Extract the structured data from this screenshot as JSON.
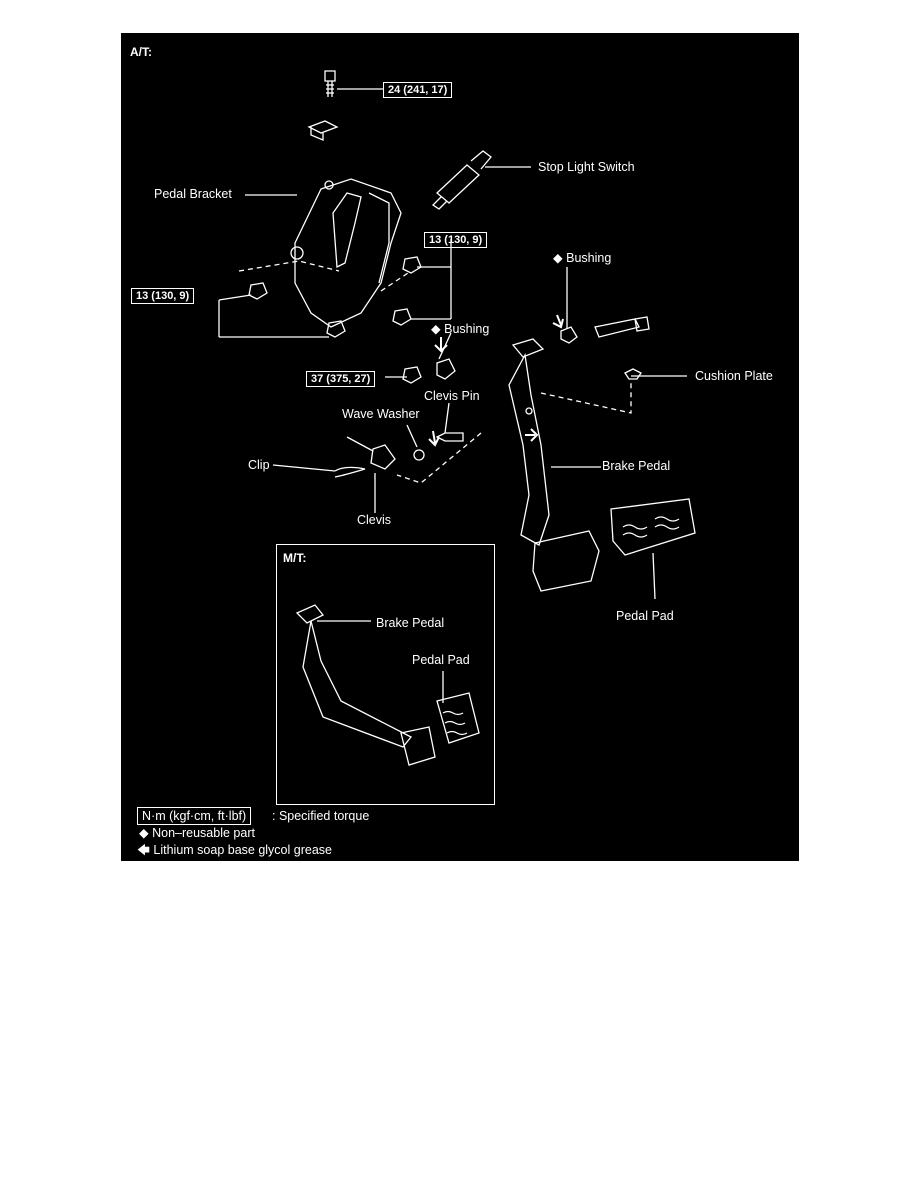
{
  "sections": {
    "at": "A/T:",
    "mt": "M/T:"
  },
  "labels": {
    "stop_light_switch": "Stop Light Switch",
    "pedal_bracket": "Pedal Bracket",
    "bushing_right": "Bushing",
    "bushing_center": "Bushing",
    "cushion_plate": "Cushion Plate",
    "clevis_pin": "Clevis Pin",
    "wave_washer": "Wave Washer",
    "clip": "Clip",
    "clevis": "Clevis",
    "brake_pedal_at": "Brake Pedal",
    "pedal_pad_at": "Pedal Pad",
    "brake_pedal_mt": "Brake Pedal",
    "pedal_pad_mt": "Pedal Pad"
  },
  "torques": {
    "top_bolt": "24 (241, 17)",
    "right_nuts": "13 (130, 9)",
    "left_nuts": "13 (130, 9)",
    "pivot_nut": "37 (375, 27)"
  },
  "legend": {
    "torque_unit": "N·m (kgf·cm, ft·lbf)",
    "torque_desc": ": Specified torque",
    "nonreusable": "Non–reusable part",
    "grease": "Lithium soap base glycol grease"
  },
  "symbols": {
    "diamond": "◆",
    "arrow": "🡄"
  },
  "colors": {
    "background": "#000000",
    "ink": "#ffffff"
  }
}
